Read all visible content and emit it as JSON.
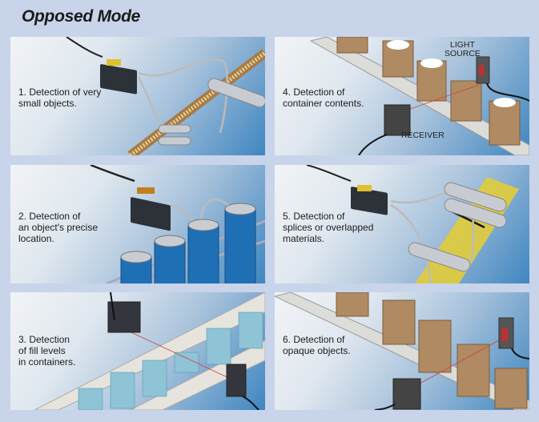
{
  "title": "Opposed Mode",
  "panels": [
    {
      "id": 1,
      "caption": "1. Detection of very\nsmall objects."
    },
    {
      "id": 2,
      "caption": "2. Detection of\nan object's precise\nlocation."
    },
    {
      "id": 3,
      "caption": "3. Detection\nof fill levels\nin containers."
    },
    {
      "id": 4,
      "caption": "4. Detection of\ncontainer contents.",
      "labels": {
        "light_source": "LIGHT\nSOURCE",
        "receiver": "RECEIVER"
      }
    },
    {
      "id": 5,
      "caption": "5. Detection of\nsplices or overlapped\nmaterials."
    },
    {
      "id": 6,
      "caption": "6. Detection of\nopaque objects."
    }
  ],
  "colors": {
    "background": "#c8d4ea",
    "box": "#b08a62",
    "beam": "#d04040",
    "web": "#e2cc3a",
    "can": "#1f6fb5"
  }
}
